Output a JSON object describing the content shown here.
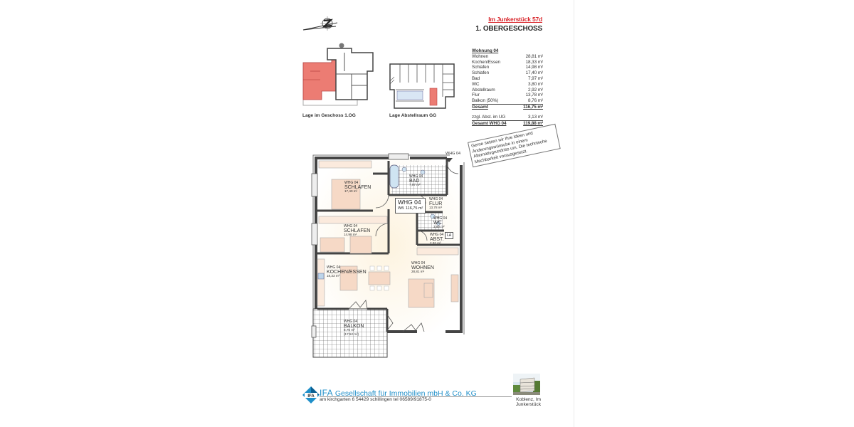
{
  "header": {
    "address": "Im Junkerstück 57d",
    "floor": "1. OBERGESCHOSS"
  },
  "area_table": {
    "title": "Wohnung 04",
    "rows": [
      {
        "label": "Wohnen",
        "value": "28,81 m²"
      },
      {
        "label": "Kochen/Essen",
        "value": "18,33 m²"
      },
      {
        "label": "Schlafen",
        "value": "14,98 m²"
      },
      {
        "label": "Schlafen",
        "value": "17,40 m²"
      },
      {
        "label": "Bad",
        "value": "7,97 m²"
      },
      {
        "label": "WC",
        "value": "3,80 m²"
      },
      {
        "label": "Abstellraum",
        "value": "2,92 m²"
      },
      {
        "label": "Flur",
        "value": "13,78 m²"
      },
      {
        "label": "Balkon  (50%)",
        "value": "8,76 m²"
      }
    ],
    "total_label": "Gesamt",
    "total_value": "116,75 m²",
    "extra_label": "zzgl. Abst. im UG",
    "extra_value": "3,13 m²",
    "grand_total_label": "Gesamt WHG 04",
    "grand_total_value": "119,88 m²"
  },
  "location_plans": {
    "floor_caption": "Lage im Geschoss 1.OG",
    "storage_caption": "Lage Abstellraum GG",
    "highlight_color": "#ec7c73"
  },
  "hint_text": "Gerne setzen wir Ihre Ideen und Änderungswünsche in einem Alternativgrundriss um. Die technische Machbarkeit vorausgesetzt.",
  "plan": {
    "entry_label": "WHG 04",
    "unit_box": {
      "title": "WHG 04",
      "wfl": "Wfl.  116,75 m²"
    },
    "rooms": [
      {
        "prefix": "WHG 04",
        "name": "SCHLAFEN",
        "area": "17,40 m²"
      },
      {
        "prefix": "WHG 04",
        "name": "SCHLAFEN",
        "area": "14,98 m²"
      },
      {
        "prefix": "WHG 04",
        "name": "BAD",
        "area": "7,97 m²"
      },
      {
        "prefix": "WHG 04",
        "name": "FLUR",
        "area": "13,78 m²"
      },
      {
        "prefix": "WHG 04",
        "name": "WC",
        "area": "3,80 m²"
      },
      {
        "prefix": "WHG 04",
        "name": "ABST.",
        "area": "2,92 m²"
      },
      {
        "prefix": "WHG 04",
        "name": "KOCHEN/ESSEN",
        "area": "18,33 m²"
      },
      {
        "prefix": "WHG 04",
        "name": "WOHNEN",
        "area": "28,81 m²"
      },
      {
        "prefix": "WHG 04",
        "name": "BALKON",
        "area": "8,76 m²",
        "area2": "(17,52 m²)"
      }
    ],
    "la_label": "LA"
  },
  "footer": {
    "brand": "IFA",
    "company": "Gesellschaft für Immobilien mbH & Co. KG",
    "address": "am kirchgarten 6   54429 schillingen   tel 06589/91875-0",
    "location": "Koblenz, Im Junkerstück",
    "logo_text": "IFA"
  }
}
